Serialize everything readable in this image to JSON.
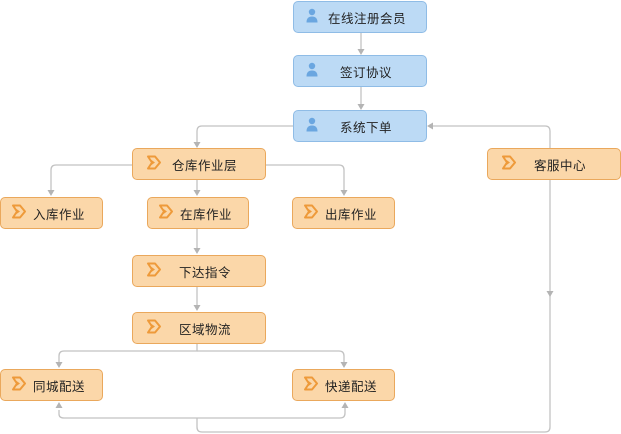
{
  "nodes": {
    "register": "在线注册会员",
    "sign": "签订协议",
    "order": "系统下单",
    "warehouse": "仓库作业层",
    "service": "客服中心",
    "inbound": "入库作业",
    "instock": "在库作业",
    "outbound": "出库作业",
    "dispatch": "下达指令",
    "regional": "区域物流",
    "citywide": "同城配送",
    "express": "快递配送"
  },
  "colors": {
    "blue_fill": "#bcdaf5",
    "blue_border": "#8fbce6",
    "orange_fill": "#fbd7a9",
    "orange_border": "#eaa85c",
    "icon_blue": "#6aa6e0",
    "icon_orange": "#ee9a3a",
    "connector": "#c2c2c2"
  },
  "icons": {
    "blue": "user-icon",
    "orange": "arrow-tag-icon"
  }
}
